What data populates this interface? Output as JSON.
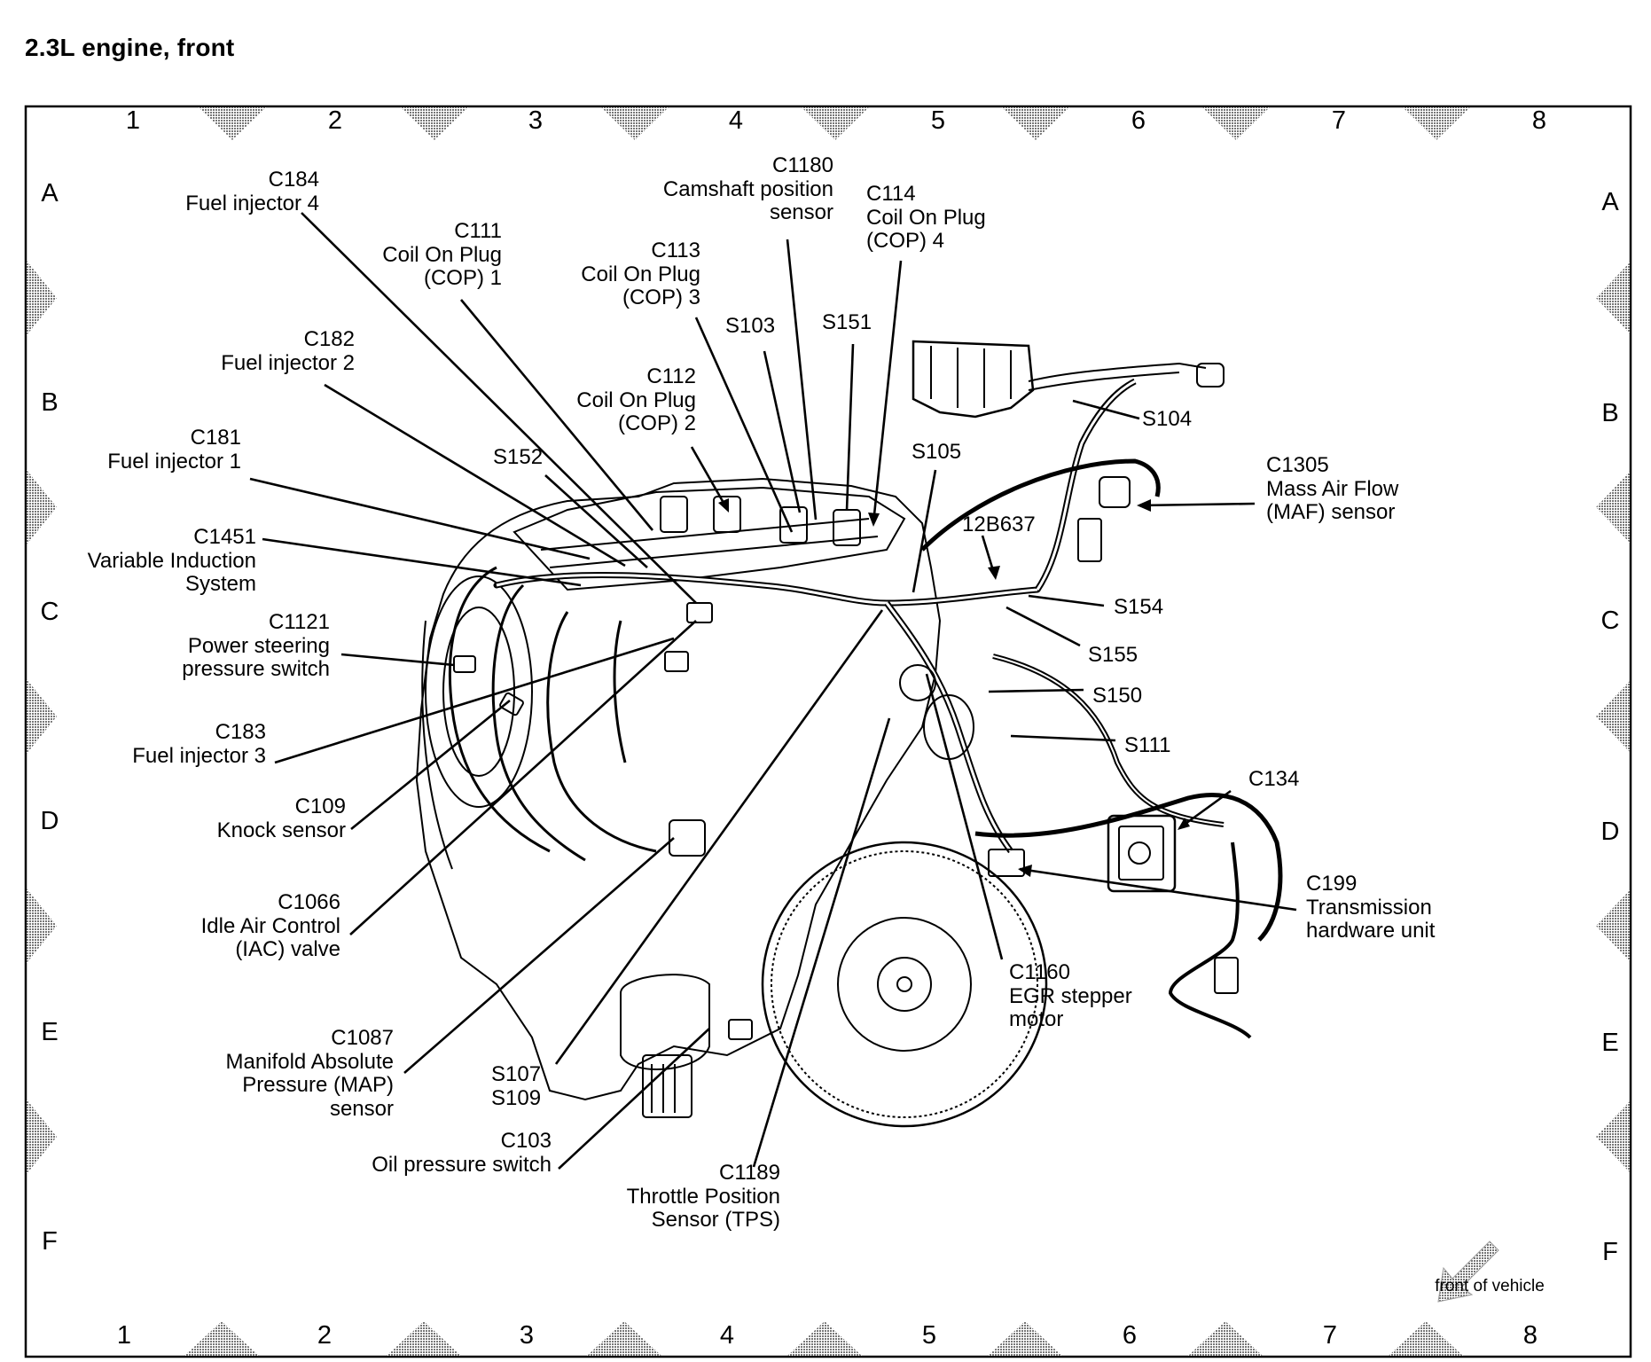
{
  "title": "2.3L  engine,  front",
  "grid": {
    "columns": [
      "1",
      "2",
      "3",
      "4",
      "5",
      "6",
      "7",
      "8"
    ],
    "rows": [
      "A",
      "B",
      "C",
      "D",
      "E",
      "F"
    ]
  },
  "orientation": {
    "label": "front of vehicle",
    "icon": "arrow-down-left-icon"
  },
  "callouts": [
    {
      "id": "C184",
      "lines": [
        "C184",
        "Fuel injector 4"
      ]
    },
    {
      "id": "C111",
      "lines": [
        "C111",
        "Coil On Plug",
        "(COP) 1"
      ]
    },
    {
      "id": "C182",
      "lines": [
        "C182",
        "Fuel injector 2"
      ]
    },
    {
      "id": "C181",
      "lines": [
        "C181",
        "Fuel injector 1"
      ]
    },
    {
      "id": "C1451",
      "lines": [
        "C1451",
        "Variable Induction",
        "System"
      ]
    },
    {
      "id": "C1121",
      "lines": [
        "C1121",
        "Power steering",
        "pressure switch"
      ]
    },
    {
      "id": "C183",
      "lines": [
        "C183",
        "Fuel injector 3"
      ]
    },
    {
      "id": "C109",
      "lines": [
        "C109",
        "Knock sensor"
      ]
    },
    {
      "id": "C1066",
      "lines": [
        "C1066",
        "Idle Air Control",
        "(IAC) valve"
      ]
    },
    {
      "id": "C1087",
      "lines": [
        "C1087",
        "Manifold Absolute",
        "Pressure (MAP)",
        "sensor"
      ]
    },
    {
      "id": "S107",
      "lines": [
        "S107",
        "S109"
      ]
    },
    {
      "id": "C103",
      "lines": [
        "C103",
        "Oil pressure switch"
      ]
    },
    {
      "id": "C1189",
      "lines": [
        "C1189",
        "Throttle Position",
        "Sensor (TPS)"
      ]
    },
    {
      "id": "C113",
      "lines": [
        "C113",
        "Coil On Plug",
        "(COP) 3"
      ]
    },
    {
      "id": "S103",
      "lines": [
        "S103"
      ]
    },
    {
      "id": "C112",
      "lines": [
        "C112",
        "Coil On Plug",
        "(COP) 2"
      ]
    },
    {
      "id": "S152",
      "lines": [
        "S152"
      ]
    },
    {
      "id": "C1180",
      "lines": [
        "C1180",
        "Camshaft position",
        "sensor"
      ]
    },
    {
      "id": "C114",
      "lines": [
        "C114",
        "Coil On Plug",
        "(COP) 4"
      ]
    },
    {
      "id": "S151",
      "lines": [
        "S151"
      ]
    },
    {
      "id": "S105",
      "lines": [
        "S105"
      ]
    },
    {
      "id": "S104",
      "lines": [
        "S104"
      ]
    },
    {
      "id": "C1305",
      "lines": [
        "C1305",
        "Mass Air Flow",
        "(MAF) sensor"
      ]
    },
    {
      "id": "12B637",
      "lines": [
        "12B637"
      ]
    },
    {
      "id": "S154",
      "lines": [
        "S154"
      ]
    },
    {
      "id": "S155",
      "lines": [
        "S155"
      ]
    },
    {
      "id": "S150",
      "lines": [
        "S150"
      ]
    },
    {
      "id": "S111",
      "lines": [
        "S111"
      ]
    },
    {
      "id": "C134",
      "lines": [
        "C134"
      ]
    },
    {
      "id": "C199",
      "lines": [
        "C199",
        "Transmission",
        "hardware unit"
      ]
    },
    {
      "id": "C1160",
      "lines": [
        "C1160",
        "EGR stepper",
        "motor"
      ]
    }
  ]
}
